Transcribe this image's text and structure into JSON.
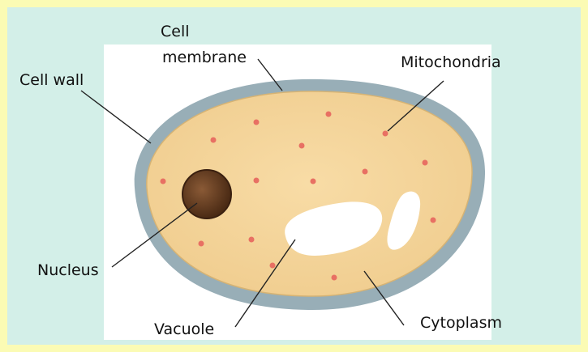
{
  "labels": {
    "cell_membrane_line1": "Cell",
    "cell_membrane_line2": "membrane",
    "cell_wall": "Cell wall",
    "mitochondria": "Mitochondria",
    "nucleus": "Nucleus",
    "vacuole": "Vacuole",
    "cytoplasm": "Cytoplasm"
  },
  "colors": {
    "background": "#d3efe8",
    "border": "#fbfbb4",
    "cell_wall": "#98aeb7",
    "cytoplasm": "#f4d49a",
    "nucleus": "#6b4226",
    "mitochondria_dot": "#e87063",
    "vacuole": "#ffffff"
  }
}
